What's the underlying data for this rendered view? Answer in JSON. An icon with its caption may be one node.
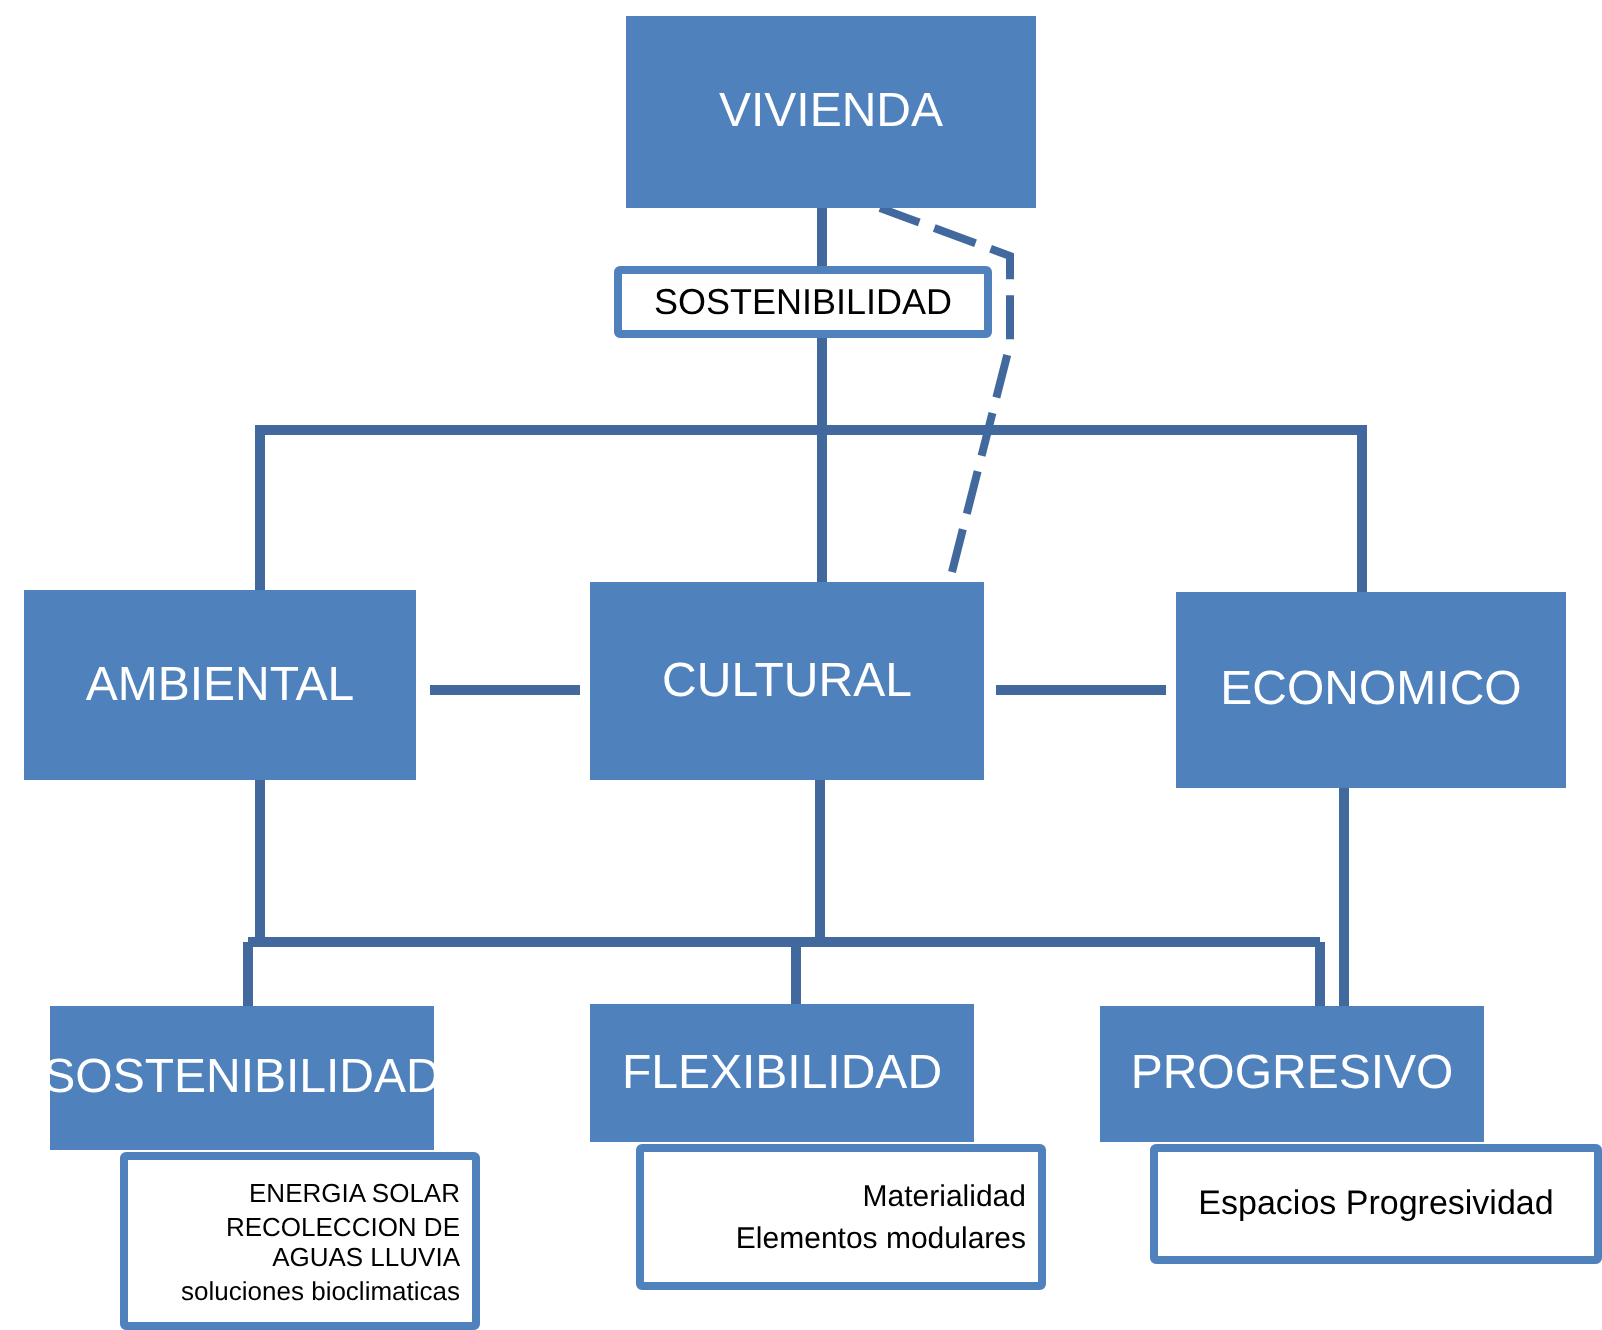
{
  "diagram": {
    "nodes": [
      {
        "text": [
          "VIVIENDA"
        ]
      },
      {
        "text": [
          "SOSTENIBILIDAD"
        ]
      },
      {
        "text": [
          "AMBIENTAL"
        ]
      },
      {
        "text": [
          "CULTURAL"
        ]
      },
      {
        "text": [
          "ECONOMICO"
        ]
      },
      {
        "text": [
          "SOSTENIBILIDAD"
        ]
      },
      {
        "text": [
          "ENERGIA SOLAR",
          "RECOLECCION DE AGUAS LLUVIA",
          "soluciones bioclimaticas"
        ]
      },
      {
        "text": [
          "FLEXIBILIDAD"
        ]
      },
      {
        "text": [
          "Materialidad",
          "Elementos modulares"
        ]
      },
      {
        "text": [
          "PROGRESIVO"
        ]
      },
      {
        "text": [
          "Espacios Progresividad"
        ]
      }
    ],
    "edges": [
      {
        "from": 0,
        "to": 1,
        "arrow": "none"
      },
      {
        "from": 1,
        "to": 2,
        "arrow": "none"
      },
      {
        "from": 1,
        "to": 3,
        "arrow": "none"
      },
      {
        "from": 1,
        "to": 4,
        "arrow": "none"
      },
      {
        "from": 3,
        "to": 0,
        "arrow": "none",
        "style": "dashed"
      },
      {
        "from": 2,
        "to": 3,
        "arrow": "none"
      },
      {
        "from": 3,
        "to": 4,
        "arrow": "none"
      },
      {
        "from": 2,
        "to": 5,
        "arrow": "none"
      },
      {
        "from": 2,
        "to": 7,
        "arrow": "none"
      },
      {
        "from": 2,
        "to": 9,
        "arrow": "none"
      },
      {
        "from": 3,
        "to": 5,
        "arrow": "none"
      },
      {
        "from": 3,
        "to": 7,
        "arrow": "none"
      },
      {
        "from": 3,
        "to": 9,
        "arrow": "none"
      },
      {
        "from": 4,
        "to": 9,
        "arrow": "none"
      }
    ]
  }
}
